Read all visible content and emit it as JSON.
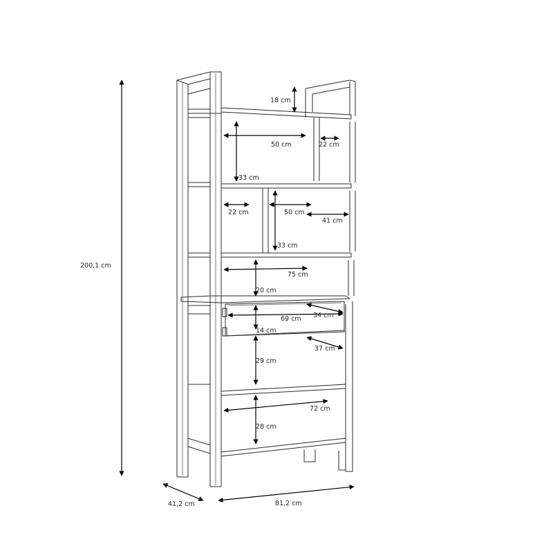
{
  "dimensions": {
    "overall_height": "200,1 cm",
    "overall_depth": "41,2 cm",
    "overall_width": "81,2 cm",
    "top_clearance": "18 cm",
    "top_shelf_opening_width": "50 cm",
    "top_side_opening_width": "22 cm",
    "top_shelf_height": "33 cm",
    "second_left_opening_width": "22 cm",
    "second_middle_opening_width": "50 cm",
    "shelf_depth": "41 cm",
    "second_shelf_height": "33 cm",
    "third_shelf_width": "75 cm",
    "third_shelf_height": "20 cm",
    "drawer_width": "69 cm",
    "drawer_depth": "34 cm",
    "drawer_height": "14 cm",
    "lower_depth": "37 cm",
    "lower_shelf_height": "29 cm",
    "bottom_shelf_width": "72 cm",
    "bottom_shelf_height": "28 cm"
  }
}
